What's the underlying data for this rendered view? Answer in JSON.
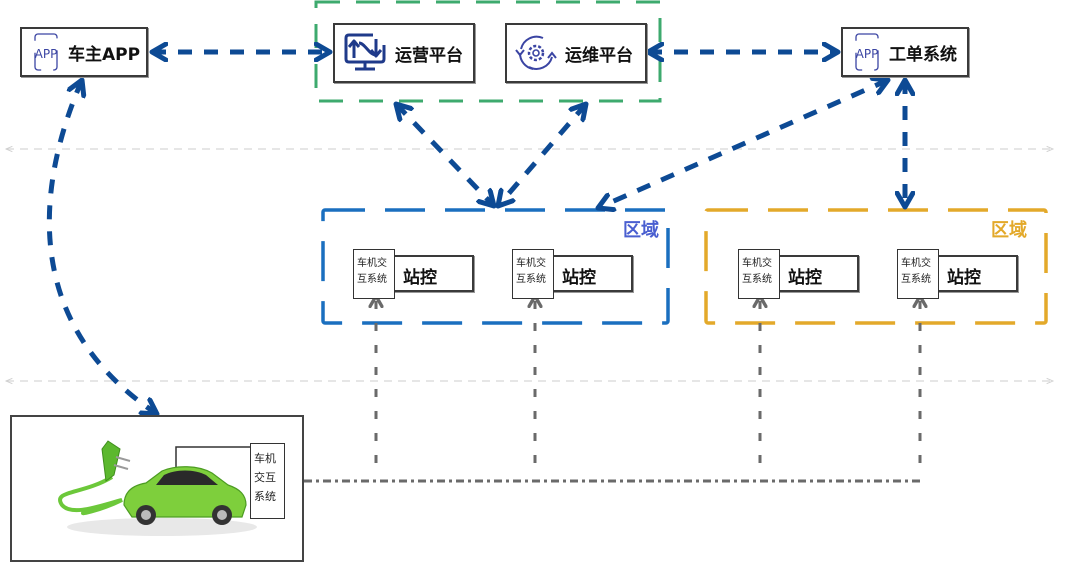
{
  "nodes": {
    "car_app": {
      "label": "车主APP",
      "icon": "app-phone-icon",
      "icon_text": "APP"
    },
    "ops_platform": {
      "label": "运营平台",
      "icon": "monitor-trend-icon"
    },
    "maint_platform": {
      "label": "运维平台",
      "icon": "gear-cycle-icon"
    },
    "work_order": {
      "label": "工单系统",
      "icon": "app-phone-icon",
      "icon_text": "APP"
    }
  },
  "groups": {
    "platform_group": {
      "color": "#3daa6e"
    },
    "region_blue": {
      "label": "区域",
      "color": "#1a6fbf",
      "label_color": "#4a5fd0"
    },
    "region_yellow": {
      "label": "区域",
      "color": "#e3a92a",
      "label_color": "#e3a92a"
    }
  },
  "stations": [
    {
      "label": "站控",
      "hmi_label_line1": "车机交",
      "hmi_label_line2": "互系统",
      "region": "blue"
    },
    {
      "label": "站控",
      "hmi_label_line1": "车机交",
      "hmi_label_line2": "互系统",
      "region": "blue"
    },
    {
      "label": "站控",
      "hmi_label_line1": "车机交",
      "hmi_label_line2": "互系统",
      "region": "yellow"
    },
    {
      "label": "站控",
      "hmi_label_line1": "车机交",
      "hmi_label_line2": "互系统",
      "region": "yellow"
    }
  ],
  "vehicle": {
    "image": "green-ev-charging-car",
    "hmi_lines": [
      "车机",
      "交互",
      "系统"
    ]
  },
  "colors": {
    "connector": "#0d4a94",
    "local_link": "#666666",
    "divider": "#d6d6d6",
    "node_border": "#3a3a3a"
  }
}
